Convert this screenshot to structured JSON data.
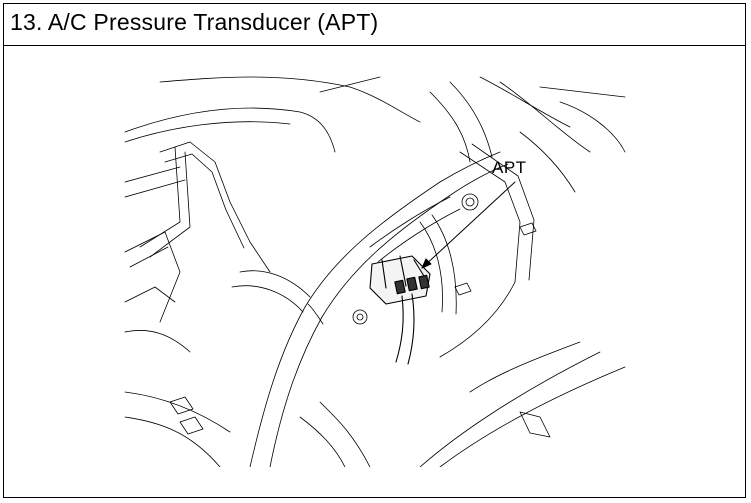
{
  "header": {
    "title": "13. A/C Pressure Transducer (APT)"
  },
  "diagram": {
    "callout_label": "APT",
    "icon": "component-line-drawing",
    "colors": {
      "line": "#000000",
      "background": "#ffffff"
    }
  }
}
